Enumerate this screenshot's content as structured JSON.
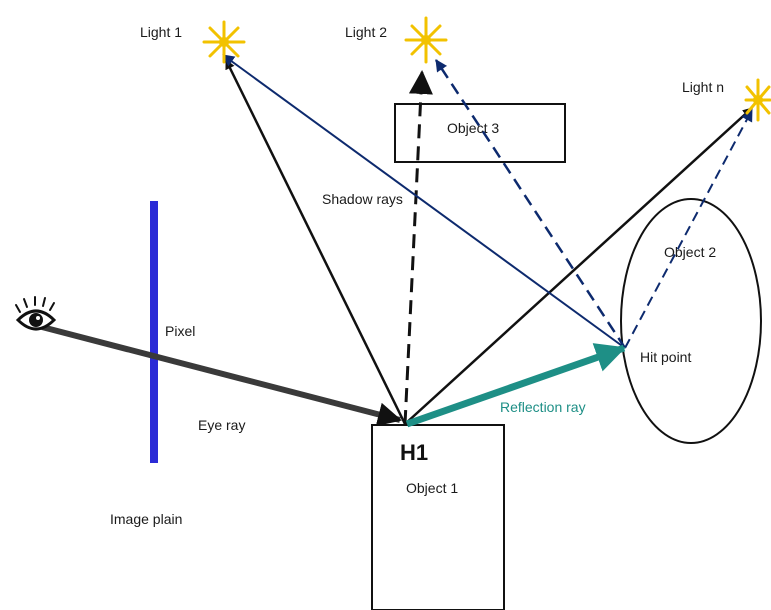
{
  "colors": {
    "ray": "#111111",
    "shadow_ray": "#0d2a6e",
    "reflection_ray": "#1e8f86",
    "image_plane": "#2b2bd6",
    "light": "#f2c200",
    "eye_ray": "#3a3a3a"
  },
  "lights": {
    "light1": "Light 1",
    "light2": "Light 2",
    "lightn": "Light n"
  },
  "objects": {
    "object1": "Object 1",
    "object2": "Object 2",
    "object3": "Object 3"
  },
  "labels": {
    "shadow_rays": "Shadow rays",
    "pixel": "Pixel",
    "eye_ray": "Eye ray",
    "image_plain": "Image plain",
    "h1": "H1",
    "hit_point": "Hit point",
    "reflection_ray": "Reflection ray"
  },
  "icons": {
    "eye": "eye-icon",
    "light": "sun-icon"
  }
}
